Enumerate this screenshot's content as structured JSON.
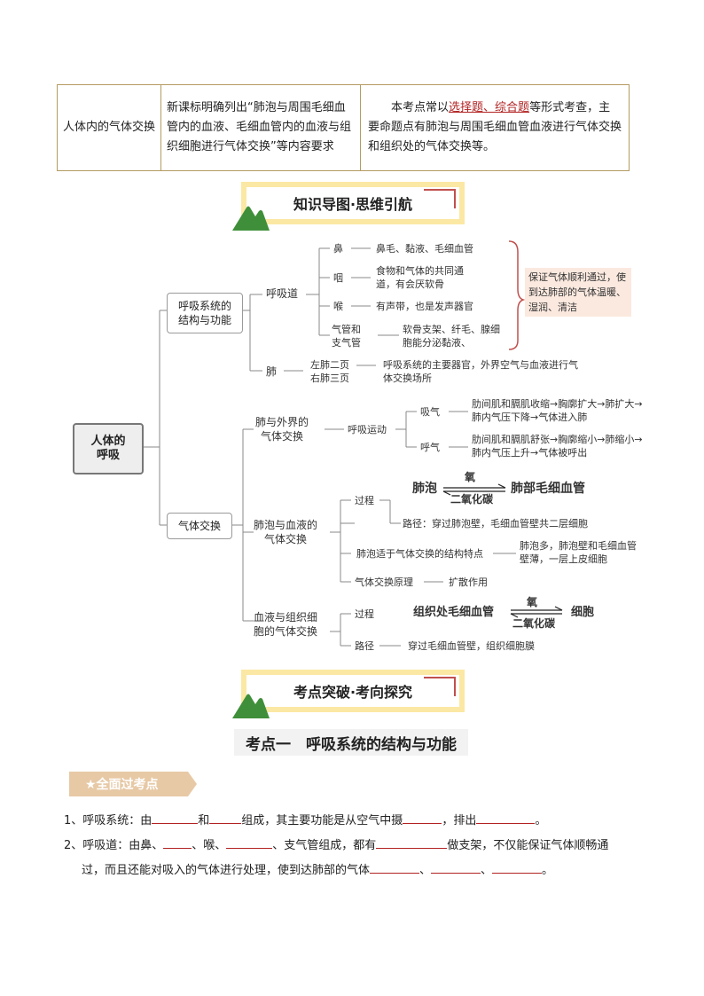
{
  "table": {
    "topic": "人体内的气体交换",
    "requirement": "新课标明确列出“肺泡与周围毛细血管内的血液、毛细血管内的血液与组织细胞进行气体交换”等内容要求",
    "exam_pre": "本考点常以",
    "exam_link1": "选择题",
    "exam_sep": "、",
    "exam_link2": "综合题",
    "exam_post": "等形式考查，主要命题点有肺泡与周围毛细血管血液进行气体交换和组织处的气体交换等。"
  },
  "banner1": "知识导图·思维引航",
  "banner2": "考点突破·考向探究",
  "mindmap": {
    "root": "人体的\n呼吸",
    "b1": "呼吸系统的\n结构与功能",
    "b2": "气体交换",
    "resp_tract": "呼吸道",
    "nose": "鼻",
    "nose_desc": "鼻毛、黏液、毛细血管",
    "pharynx": "咽",
    "pharynx_desc": "食物和气体的共同通道，有会厌软骨",
    "larynx": "喉",
    "larynx_desc": "有声带，也是发声器官",
    "trachea": "气管和\n支气管",
    "trachea_desc": "软骨支架、纤毛、腺细胞能分泌黏液、",
    "note": "保证气体顺利通过，使到达肺部的气体温暖、湿润、清洁",
    "lung": "肺",
    "lung_parts": "左肺二页\n右肺三页",
    "lung_desc": "呼吸系统的主要器官，外界空气与血液进行气体交换场所",
    "ext": "肺与外界的\n气体交换",
    "resp_move": "呼吸运动",
    "inhale": "吸气",
    "inhale_desc": "肋间肌和膈肌收缩→胸廓扩大→肺扩大→肺内气压下降→气体进入肺",
    "exhale": "呼气",
    "exhale_desc": "肋间肌和膈肌舒张→胸廓缩小→肺缩小→肺内气压上升→气体被呼出",
    "alv": "肺泡与血液的\n气体交换",
    "process": "过程",
    "alveolus": "肺泡",
    "oxygen": "氧",
    "co2": "二氧化碳",
    "lung_cap": "肺部毛细血管",
    "path_label": "路径：穿过肺泡壁，毛细血管壁共二层细胞",
    "struct": "肺泡适于气体交换的结构特点",
    "struct_desc": "肺泡多，肺泡壁和毛细血管壁薄，一层上皮细胞",
    "principle": "气体交换原理",
    "principle_desc": "扩散作用",
    "tissue": "血液与组织细\n胞的气体交换",
    "process2": "过程",
    "tissue_cap": "组织处毛细血管",
    "oxygen2": "氧",
    "co2_2": "二氧化碳",
    "cell": "细胞",
    "path2": "路径",
    "path2_desc": "穿过毛细血管壁，组织细胞膜"
  },
  "section_title": "考点一　呼吸系统的结构与功能",
  "tag": "★全面过考点",
  "q1": {
    "a": "1、呼吸系统：由",
    "b": "和",
    "c": "组成，其主要功能是从空气中摄",
    "d": "，排出",
    "e": "。"
  },
  "q2": {
    "a": "2、呼吸道：由鼻、",
    "b": "、喉、",
    "c": "、支气管组成，都有",
    "d": "做支架，不仅能保证气体顺畅通",
    "e": "过，而且还能对吸入的气体进行处理，使到达肺部的气体",
    "f": "、",
    "g": "、",
    "h": "。"
  },
  "colors": {
    "banner_bg": "#fbe8a4",
    "accent": "#c0504d",
    "table_border": "#b59b62",
    "mountain": "#3f8f3a",
    "note_bg": "#fbe9df"
  }
}
